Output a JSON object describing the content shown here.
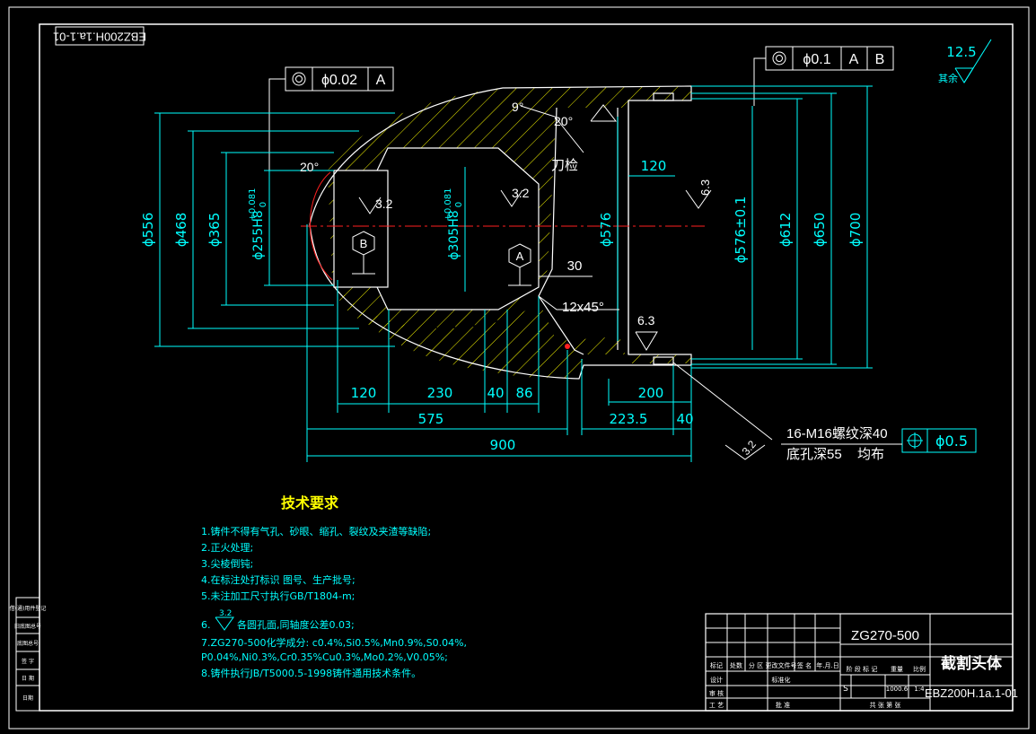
{
  "drawing": {
    "rotated_code": "EBZ200H.1a.1-01",
    "part_name": "截割头体",
    "drawing_no": "EBZ200H.1a.1-01",
    "material": "ZG270-500",
    "weight": "1000.6",
    "scale": "1:4",
    "roughness_general": "12.5",
    "roughness_general_suffix": "其余"
  },
  "tolerance_frames": {
    "left": {
      "symbol": "◎",
      "value": "ϕ0.02",
      "datum": "A"
    },
    "right": {
      "symbol": "◎",
      "value": "ϕ0.1",
      "datum1": "A",
      "datum2": "B"
    },
    "position": {
      "symbol": "⊕",
      "value": "ϕ0.5"
    }
  },
  "datums": {
    "a": "A",
    "b": "B"
  },
  "surface_marks": {
    "r1": "3.2",
    "r2": "3.2",
    "r3": "6.3",
    "r4": "6.3",
    "r5": "3.2",
    "r6": "3.2"
  },
  "dimensions": {
    "d556": "ϕ556",
    "d468": "ϕ468",
    "d365": "ϕ365",
    "d255": "ϕ255H8",
    "d255_tol_up": "+0.081",
    "d255_tol_low": "0",
    "d305": "ϕ305H8",
    "d305_tol_up": "+0.081",
    "d305_tol_low": "0",
    "d576": "ϕ576",
    "d576b": "ϕ576±0.1",
    "d612": "ϕ612",
    "d650": "ϕ650",
    "d700": "ϕ700",
    "l120a": "120",
    "l230": "230",
    "l40a": "40",
    "l86": "86",
    "l200": "200",
    "l575": "575",
    "l223": "223.5",
    "l40b": "40",
    "l900": "900",
    "l120b": "120",
    "l30": "30",
    "chamfer": "12x45°",
    "ang20a": "20°",
    "ang20b": "20°",
    "ang9": "9°",
    "knife_check": "刀检",
    "thread_line1": "16-M16螺纹深40",
    "thread_line2": "底孔深55",
    "thread_even": "均布"
  },
  "notes": {
    "title": "技术要求",
    "items": [
      "1.铸件不得有气孔、砂眼、缩孔、裂纹及夹渣等缺陷;",
      "2.正火处理;",
      "3.尖棱倒钝;",
      "4.在标注处打标识 图号、生产批号;",
      "5.未注加工尺寸执行GB/T1804-m;",
      "6.",
      "7.ZG270-500化学成分: c0.4%,Si0.5%,Mn0.9%,S0.04%,",
      "P0.04%,Ni0.3%,Cr0.35%Cu0.3%,Mo0.2%,V0.05%;",
      "8.铸件执行JB/T5000.5-1998铸件通用技术条件。"
    ],
    "item6_rough": "3.2",
    "item6_text": "各圆孔面,同轴度公差0.03;"
  },
  "title_block": {
    "h_mark": "标记",
    "h_count": "处数",
    "h_zone": "分 区",
    "h_docno": "更改文件号",
    "h_sign": "签 名",
    "h_date": "年.月.日",
    "design": "设计",
    "standard": "标准化",
    "stage": "阶 段 标 记",
    "weight_h": "重量",
    "scale_h": "比例",
    "stage_s": "S",
    "review": "审 核",
    "process": "工 艺",
    "approve": "批 准",
    "sheets": "共 张 第 张"
  },
  "left_strip": [
    "借(通)用件登记",
    "旧底图总号",
    "底图总号",
    "签 字",
    "日 期",
    "日期"
  ]
}
